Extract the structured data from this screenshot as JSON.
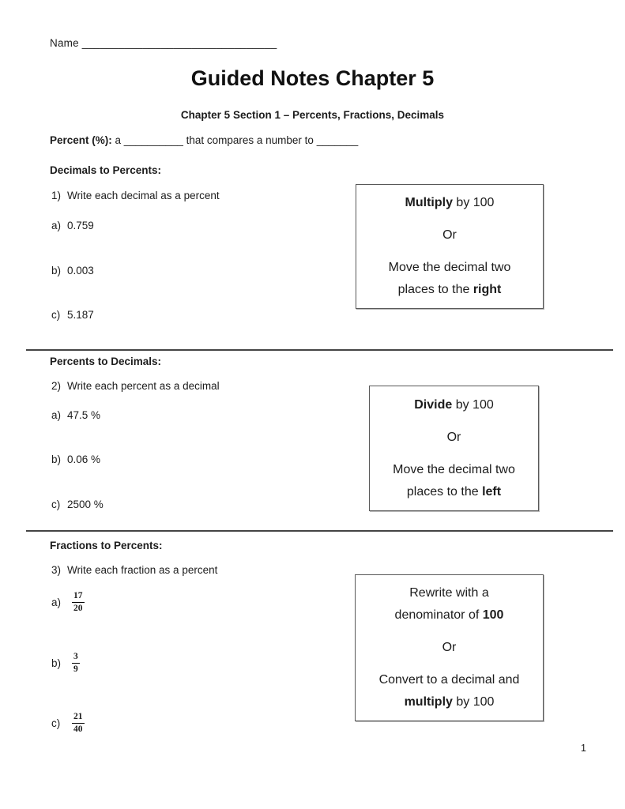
{
  "document": {
    "name_line": "Name ________________________________",
    "title": "Guided Notes Chapter 5",
    "subtitle": "Chapter 5 Section 1 – Percents, Fractions, Decimals",
    "definition": [
      {
        "t": "Percent (%):",
        "b": true
      },
      {
        "t": "  a __________ that compares a number to _______",
        "b": false
      }
    ],
    "page_number": "1"
  },
  "section1": {
    "heading": "Decimals to Percents:",
    "prompt": {
      "num": "1)",
      "text": "Write each decimal as a percent"
    },
    "items": [
      {
        "label": "a)",
        "value": "0.759"
      },
      {
        "label": "b)",
        "value": "0.003"
      },
      {
        "label": "c)",
        "value": "5.187"
      }
    ],
    "box": {
      "lines": [
        [
          {
            "t": "Multiply",
            "b": true
          },
          {
            "t": " by 100",
            "b": false
          }
        ],
        [
          {
            "t": "Or",
            "b": false
          }
        ],
        [
          {
            "t": "Move the decimal two",
            "b": false
          }
        ],
        [
          {
            "t": "places to the ",
            "b": false
          },
          {
            "t": "right",
            "b": true
          }
        ]
      ]
    }
  },
  "section2": {
    "heading": "Percents to Decimals:",
    "prompt": {
      "num": "2)",
      "text": "Write each percent as a decimal"
    },
    "items": [
      {
        "label": "a)",
        "value": "47.5 %"
      },
      {
        "label": "b)",
        "value": "0.06 %"
      },
      {
        "label": "c)",
        "value": "2500 %"
      }
    ],
    "box": {
      "lines": [
        [
          {
            "t": "Divide",
            "b": true
          },
          {
            "t": " by 100",
            "b": false
          }
        ],
        [
          {
            "t": "Or",
            "b": false
          }
        ],
        [
          {
            "t": "Move the decimal two",
            "b": false
          }
        ],
        [
          {
            "t": "places to the ",
            "b": false
          },
          {
            "t": "left",
            "b": true
          }
        ]
      ]
    }
  },
  "section3": {
    "heading": "Fractions to Percents:",
    "prompt": {
      "num": "3)",
      "text": "Write each fraction as a percent"
    },
    "items": [
      {
        "label": "a)",
        "numerator": "17",
        "denominator": "20"
      },
      {
        "label": "b)",
        "numerator": "3",
        "denominator": "9"
      },
      {
        "label": "c)",
        "numerator": "21",
        "denominator": "40"
      }
    ],
    "box": {
      "lines": [
        [
          {
            "t": "Rewrite with a",
            "b": false
          }
        ],
        [
          {
            "t": "denominator of ",
            "b": false
          },
          {
            "t": "100",
            "b": true
          }
        ],
        [
          {
            "t": "Or",
            "b": false
          }
        ],
        [
          {
            "t": "Convert to a decimal and",
            "b": false
          }
        ],
        [
          {
            "t": "multiply",
            "b": true
          },
          {
            "t": " by 100",
            "b": false
          }
        ]
      ]
    }
  }
}
